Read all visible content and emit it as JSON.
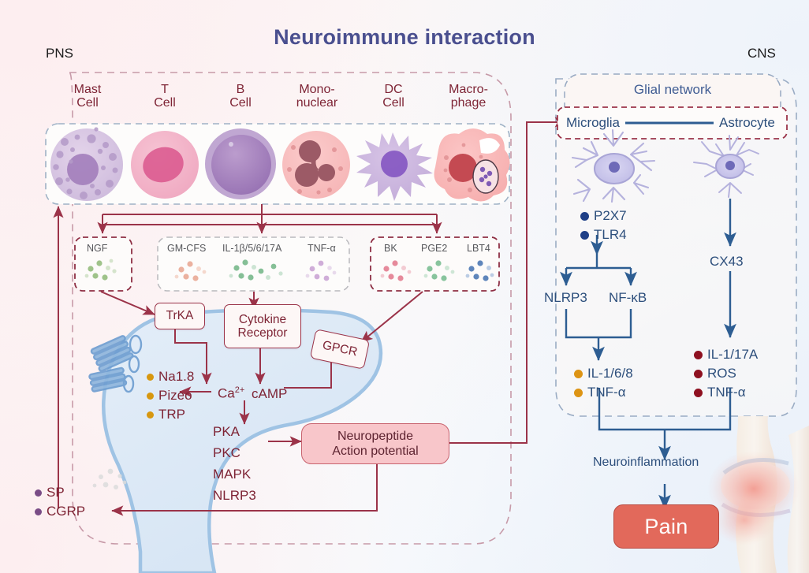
{
  "title": "Neuroimmune interaction",
  "regions": {
    "left_label": "PNS",
    "right_label": "CNS"
  },
  "immune_cells": [
    {
      "name": "Mast\nCell",
      "line1": "Mast",
      "line2": "Cell"
    },
    {
      "name": "T Cell",
      "line1": "T",
      "line2": "Cell"
    },
    {
      "name": "B Cell",
      "line1": "B",
      "line2": "Cell"
    },
    {
      "name": "Mononuclear",
      "line1": "Mono-",
      "line2": "nuclear"
    },
    {
      "name": "DC Cell",
      "line1": "DC",
      "line2": "Cell"
    },
    {
      "name": "Macrophage",
      "line1": "Macro-",
      "line2": "phage"
    }
  ],
  "mediator_boxes": [
    {
      "id": "ngf",
      "items": [
        "NGF"
      ]
    },
    {
      "id": "cytokines",
      "items": [
        "GM-CFS",
        "IL-1β/5/6/17A",
        "TNF-α"
      ]
    },
    {
      "id": "lipids",
      "items": [
        "BK",
        "PGE2",
        "LBT4"
      ]
    }
  ],
  "receptors": [
    {
      "id": "trka",
      "label": "TrKA"
    },
    {
      "id": "cytokine-receptor",
      "label": "Cytokine\nReceptor",
      "l1": "Cytokine",
      "l2": "Receptor"
    },
    {
      "id": "gpcr",
      "label": "GPCR"
    }
  ],
  "neuron": {
    "channels": [
      {
        "label": "Na1.8",
        "color": "#d7970f"
      },
      {
        "label": "Pizeo",
        "color": "#d7970f"
      },
      {
        "label": "TRP",
        "color": "#d7970f"
      }
    ],
    "second_messenger_ca": "Ca",
    "second_messenger_sup": "2+",
    "second_messenger_camp": "cAMP",
    "kinases": [
      "PKA",
      "PKC",
      "MAPK",
      "NLRP3"
    ],
    "released": [
      {
        "label": "SP",
        "color": "#7a4c86"
      },
      {
        "label": "CGRP",
        "color": "#7a4c86"
      }
    ]
  },
  "neuropeptide_box": {
    "line1": "Neuropeptide",
    "line2": "Action potential"
  },
  "cns": {
    "glial_title": "Glial network",
    "glial_pair": {
      "left": "Microglia",
      "right": "Astrocyte"
    },
    "microglia_receptors": [
      {
        "label": "P2X7",
        "color": "#1f3f87"
      },
      {
        "label": "TLR4",
        "color": "#1f3f87"
      }
    ],
    "microglia_pathways": [
      "NLRP3",
      "NF-κB"
    ],
    "microglia_outputs": [
      {
        "label": "IL-1/6/8",
        "color": "#dd9414"
      },
      {
        "label": "TNF-α",
        "color": "#dd9414"
      }
    ],
    "astrocyte_node": "CX43",
    "astrocyte_outputs": [
      {
        "label": "IL-1/17A",
        "color": "#8e1020"
      },
      {
        "label": "ROS",
        "color": "#8e1020"
      },
      {
        "label": "TNF-α",
        "color": "#8e1020"
      }
    ],
    "neuroinflammation": "Neuroinflammation",
    "pain": "Pain"
  },
  "colors": {
    "title": "#4a4f8f",
    "pns_arrow": "#9b3349",
    "cns_arrow": "#2d5d92",
    "pain_box": "#e2695b",
    "neuropeptide_box": "#f8c6ca",
    "neuron_body": "#dce8f5",
    "neuron_membrane": "#9fc3e4"
  }
}
